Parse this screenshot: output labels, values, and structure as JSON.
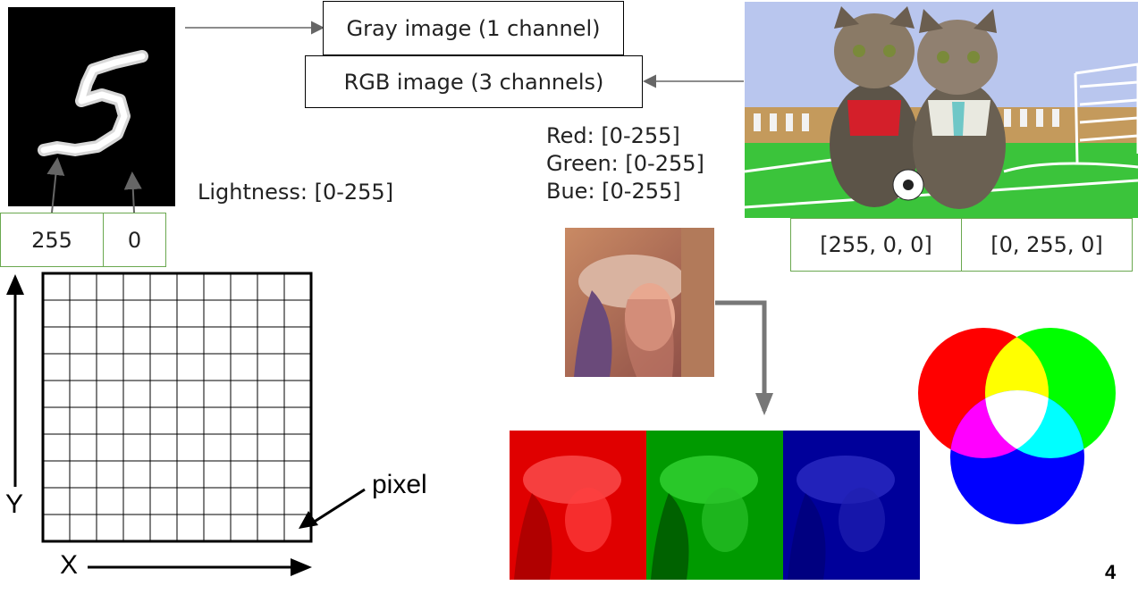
{
  "gray_label": "Gray image (1 channel)",
  "rgb_label": "RGB image (3 channels)",
  "lightness_label": "Lightness: [0-255]",
  "channel_ranges": [
    "Red: [0-255]",
    "Green: [0-255]",
    "Bue: [0-255]"
  ],
  "gray_values": [
    "255",
    "0"
  ],
  "cat_values": [
    "[255, 0, 0]",
    "[0, 255, 0]"
  ],
  "grid_labels": {
    "y": "Y",
    "x": "X",
    "pixel": "pixel"
  },
  "page_number": "4",
  "colors": {
    "box_border": "#6aa84f",
    "arrow_gray": "#666666",
    "red": "#ff0000",
    "green": "#00ff00",
    "blue": "#0000ff",
    "yellow": "#ffff00",
    "magenta": "#ff00ff",
    "cyan": "#00ffff"
  },
  "grid": {
    "rows": 10,
    "cols": 10
  }
}
